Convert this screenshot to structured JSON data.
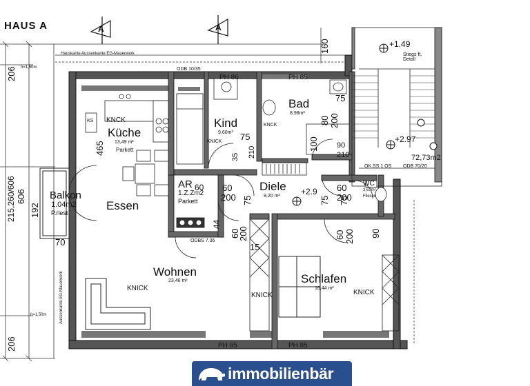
{
  "house_label": "HAUS A",
  "rooms": {
    "kueche": {
      "name": "Küche",
      "area": "13,49 m²",
      "floor": "Parkett",
      "tag": "KNCK"
    },
    "kind": {
      "name": "Kind",
      "area": "9,60m²"
    },
    "bad": {
      "name": "Bad",
      "area": "8,98m²"
    },
    "ar": {
      "name": "AR",
      "area": "1.Z.Zm2",
      "floor": "Parkett"
    },
    "diele": {
      "name": "Diele",
      "area": "9,20 m²"
    },
    "essen": {
      "name": "Essen"
    },
    "balkon": {
      "name": "Balkon",
      "area": "1.04m2",
      "floor": "P.rlest"
    },
    "wohnen": {
      "name": "Wohnen",
      "area": "23,46 m²"
    },
    "schlafen": {
      "name": "Schlafen",
      "area": "16,44 m²"
    },
    "wc": {
      "name": "WC",
      "area": "3,67m²",
      "floor": "Fliesen"
    },
    "stiege": {
      "area": "72,73m2"
    }
  },
  "annotations": {
    "knick_1": "KNICK",
    "knick_2": "KNICK",
    "knick_3": "KNICK",
    "knick_4": "KNCK",
    "knick_5": "KNICK",
    "ph_86": "PH 86",
    "ph_85_top": "PH 85",
    "ph_85_b1": "PH 85",
    "ph_85_b2": "PH 85",
    "level_1": "+1.49",
    "level_2": "+2.97",
    "level_3": "+2.9",
    "stairs_note": "Stiegs ft. Detoll",
    "odb_1": "ODB 10/35",
    "odb_2": "OK.SS 1 OS",
    "odb_3": "ODB 70/20",
    "odb_4": "ODBS 7.36",
    "wall_top": "Hauskante    Aussenkante EG-Mauerwerk",
    "wall_left": "Aussenkante EG-Mauerwerk",
    "h150_top": "h=1,50m",
    "h150_bottom": "h=1,50m",
    "ks": "KS",
    "stair_a": "A",
    "stair_b": "A"
  },
  "dimensions": {
    "d206_top": "206",
    "d206_bottom": "206",
    "d215": "215,260/606",
    "d606": "606",
    "d192": "192",
    "d70": "70",
    "d465": "465",
    "d160": "160",
    "d75_1": "75",
    "d75_2": "75",
    "d75_3": "75",
    "d75_4": "75",
    "d75_5": "75",
    "d200_1": "200",
    "d200_2": "200",
    "d200_3": "200",
    "d200_4": "200",
    "d200_5": "200",
    "d210_1": "210",
    "d210_2": "210",
    "d60_1": "60",
    "d60_2": "60",
    "d60_3": "60",
    "d60_4": "60",
    "d60_5": "60",
    "d80": "80",
    "d90_1": "90",
    "d90_2": "90",
    "d100": "100",
    "d44": "44",
    "d15": "15",
    "d35": "35"
  },
  "brand": {
    "name": "immobilienbär",
    "color": "#2a4f8f"
  }
}
